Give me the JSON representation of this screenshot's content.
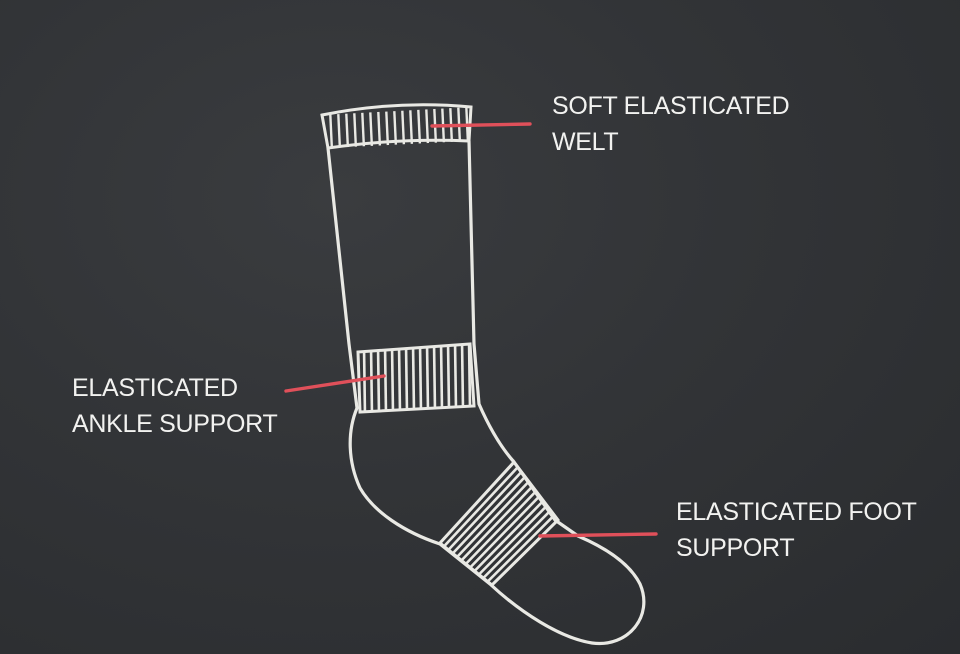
{
  "colors": {
    "background": "#323437",
    "outline": "#e9e9e4",
    "leader": "#e0505a",
    "text": "#f2f2f0"
  },
  "callouts": {
    "welt": {
      "line1": "SOFT ELASTICATED",
      "line2": "WELT"
    },
    "ankle": {
      "line1": "ELASTICATED",
      "line2": "ANKLE SUPPORT"
    },
    "foot": {
      "line1": "ELASTICATED FOOT",
      "line2": "SUPPORT"
    }
  }
}
